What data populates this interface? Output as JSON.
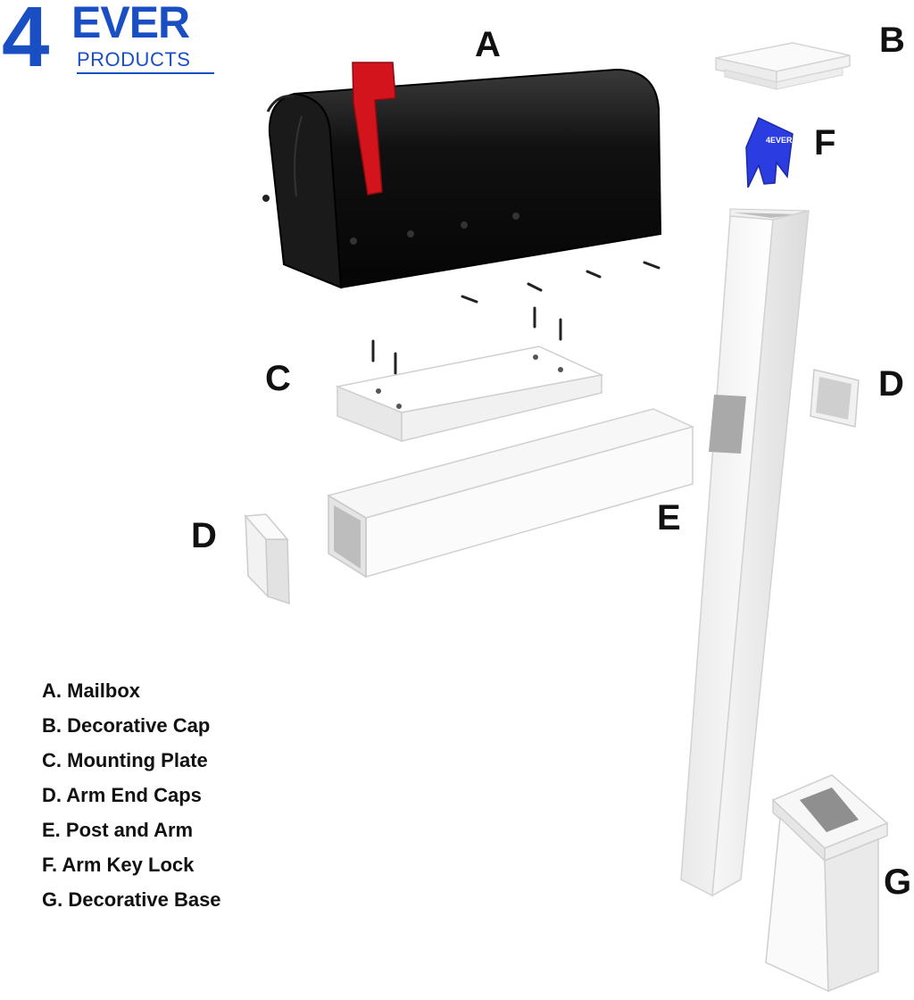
{
  "logo": {
    "numeral": "4",
    "word": "EVER",
    "tagline": "PRODUCTS",
    "key_lock_mark": "4EVER"
  },
  "callouts": {
    "a": "A",
    "b": "B",
    "c": "C",
    "d_right": "D",
    "d_left": "D",
    "e": "E",
    "f": "F",
    "g": "G"
  },
  "legend": [
    "A. Mailbox",
    "B. Decorative Cap",
    "C. Mounting Plate",
    "D. Arm End Caps",
    "E. Post and Arm",
    "F. Arm Key Lock",
    "G. Decorative Base"
  ],
  "colors": {
    "brand_blue": "#1a4fc4",
    "mailbox_black": "#151515",
    "flag_red": "#d3141c",
    "key_lock_blue": "#2b3de0",
    "vinyl_white": "#f4f4f4"
  }
}
